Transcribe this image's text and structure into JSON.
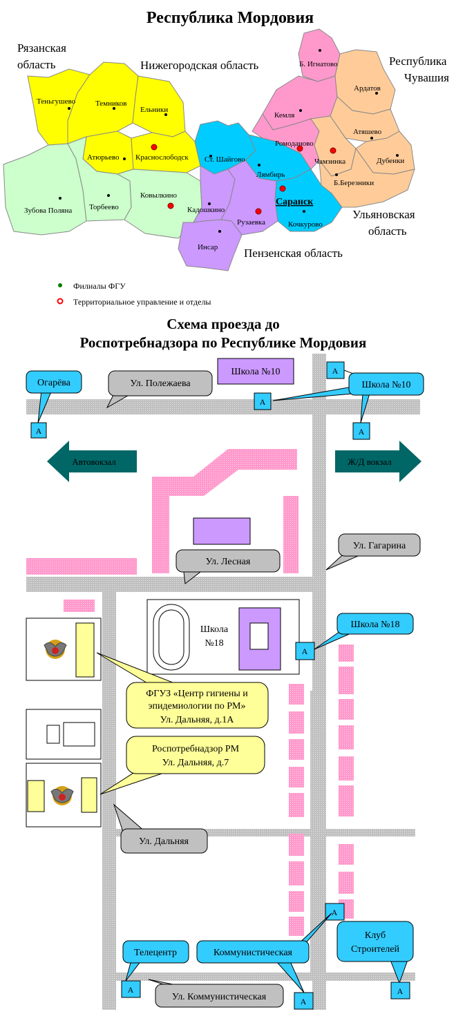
{
  "map": {
    "title": "Республика Мордовия",
    "neighbors": {
      "ryazan_1": "Рязанская",
      "ryazan_2": "область",
      "nizhny": "Нижегородская область",
      "chuvash_1": "Республика",
      "chuvash_2": "Чувашия",
      "ulyanovsk_1": "Ульяновская",
      "ulyanovsk_2": "область",
      "penza": "Пензенская область"
    },
    "towns": {
      "tengushevo": "Теньгушево",
      "temnikov": "Темников",
      "elniki": "Ельники",
      "atyurevo": "Атюрьево",
      "krasnoslobodsk": "Краснослободск",
      "zubova_polyana": "Зубова Поляна",
      "torbeevo": "Торбеево",
      "kovylkino": "Ковылкино",
      "st_shaygovo": "Ст. Шайгово",
      "kadoshkino": "Кадошкино",
      "ruzaevka": "Рузаевка",
      "insar": "Инсар",
      "lyambir": "Лямбирь",
      "saransk": "Саранск",
      "kochkurovo": "Кочкурово",
      "romodanovo": "Ромоданово",
      "chamzinka": "Чамзинка",
      "kemlya": "Кемля",
      "b_ignatovo": "Б. Игнатово",
      "ardatov": "Ардатов",
      "atyashevo": "Атяшево",
      "dubenki": "Дубенки",
      "b_bereznyaki": "Б.Березники"
    },
    "legend": {
      "branches": "Филиалы ФГУ",
      "territorial": "Территориальное управление и отделы"
    },
    "colors": {
      "yellow": "#ffff00",
      "light_green": "#ccffcc",
      "blue": "#00ccff",
      "violet": "#cc99ff",
      "pink": "#ff99cc",
      "peach": "#ffcc99",
      "red_marker": "#ff0000"
    }
  },
  "scheme": {
    "title_1": "Схема проезда до",
    "title_2": "Роспотребнадзора по Республике Мордовия",
    "school10": "Школа №10",
    "stops": {
      "ogareva": "Огарёва",
      "school10": "Школа №10",
      "school18": "Школа №18",
      "telecenter": "Телецентр",
      "kommunisticheskaya": "Коммунистическая",
      "klub_1": "Клуб",
      "klub_2": "Строителей",
      "stop_letter": "А"
    },
    "streets": {
      "polezhaeva": "Ул. Полежаева",
      "gagarina": "Ул. Гагарина",
      "lesnaya": "Ул. Лесная",
      "dalnyaya": "Ул. Дальняя",
      "kommunisticheskaya": "Ул. Коммунистическая"
    },
    "arrows": {
      "left": "Автовокзал",
      "right": "Ж/Д  вокзал"
    },
    "school18_1": "Школа",
    "school18_2": "№18",
    "fguz": {
      "line1": "ФГУЗ «Центр гигиены и",
      "line2": "эпидемиологии по РМ»",
      "line3": "Ул. Дальняя, д.1А"
    },
    "rospotreb": {
      "line1": "Роспотребнадзор РМ",
      "line2": "Ул. Дальняя, д.7"
    },
    "colors": {
      "road": "#c0c0c0",
      "pink_block": "#ff99cc",
      "violet_block": "#cc99ff",
      "stop_blue": "#33ccff",
      "callout_yellow": "#ffff99",
      "arrow_teal": "#006666",
      "street_label": "#c0c0c0"
    }
  }
}
